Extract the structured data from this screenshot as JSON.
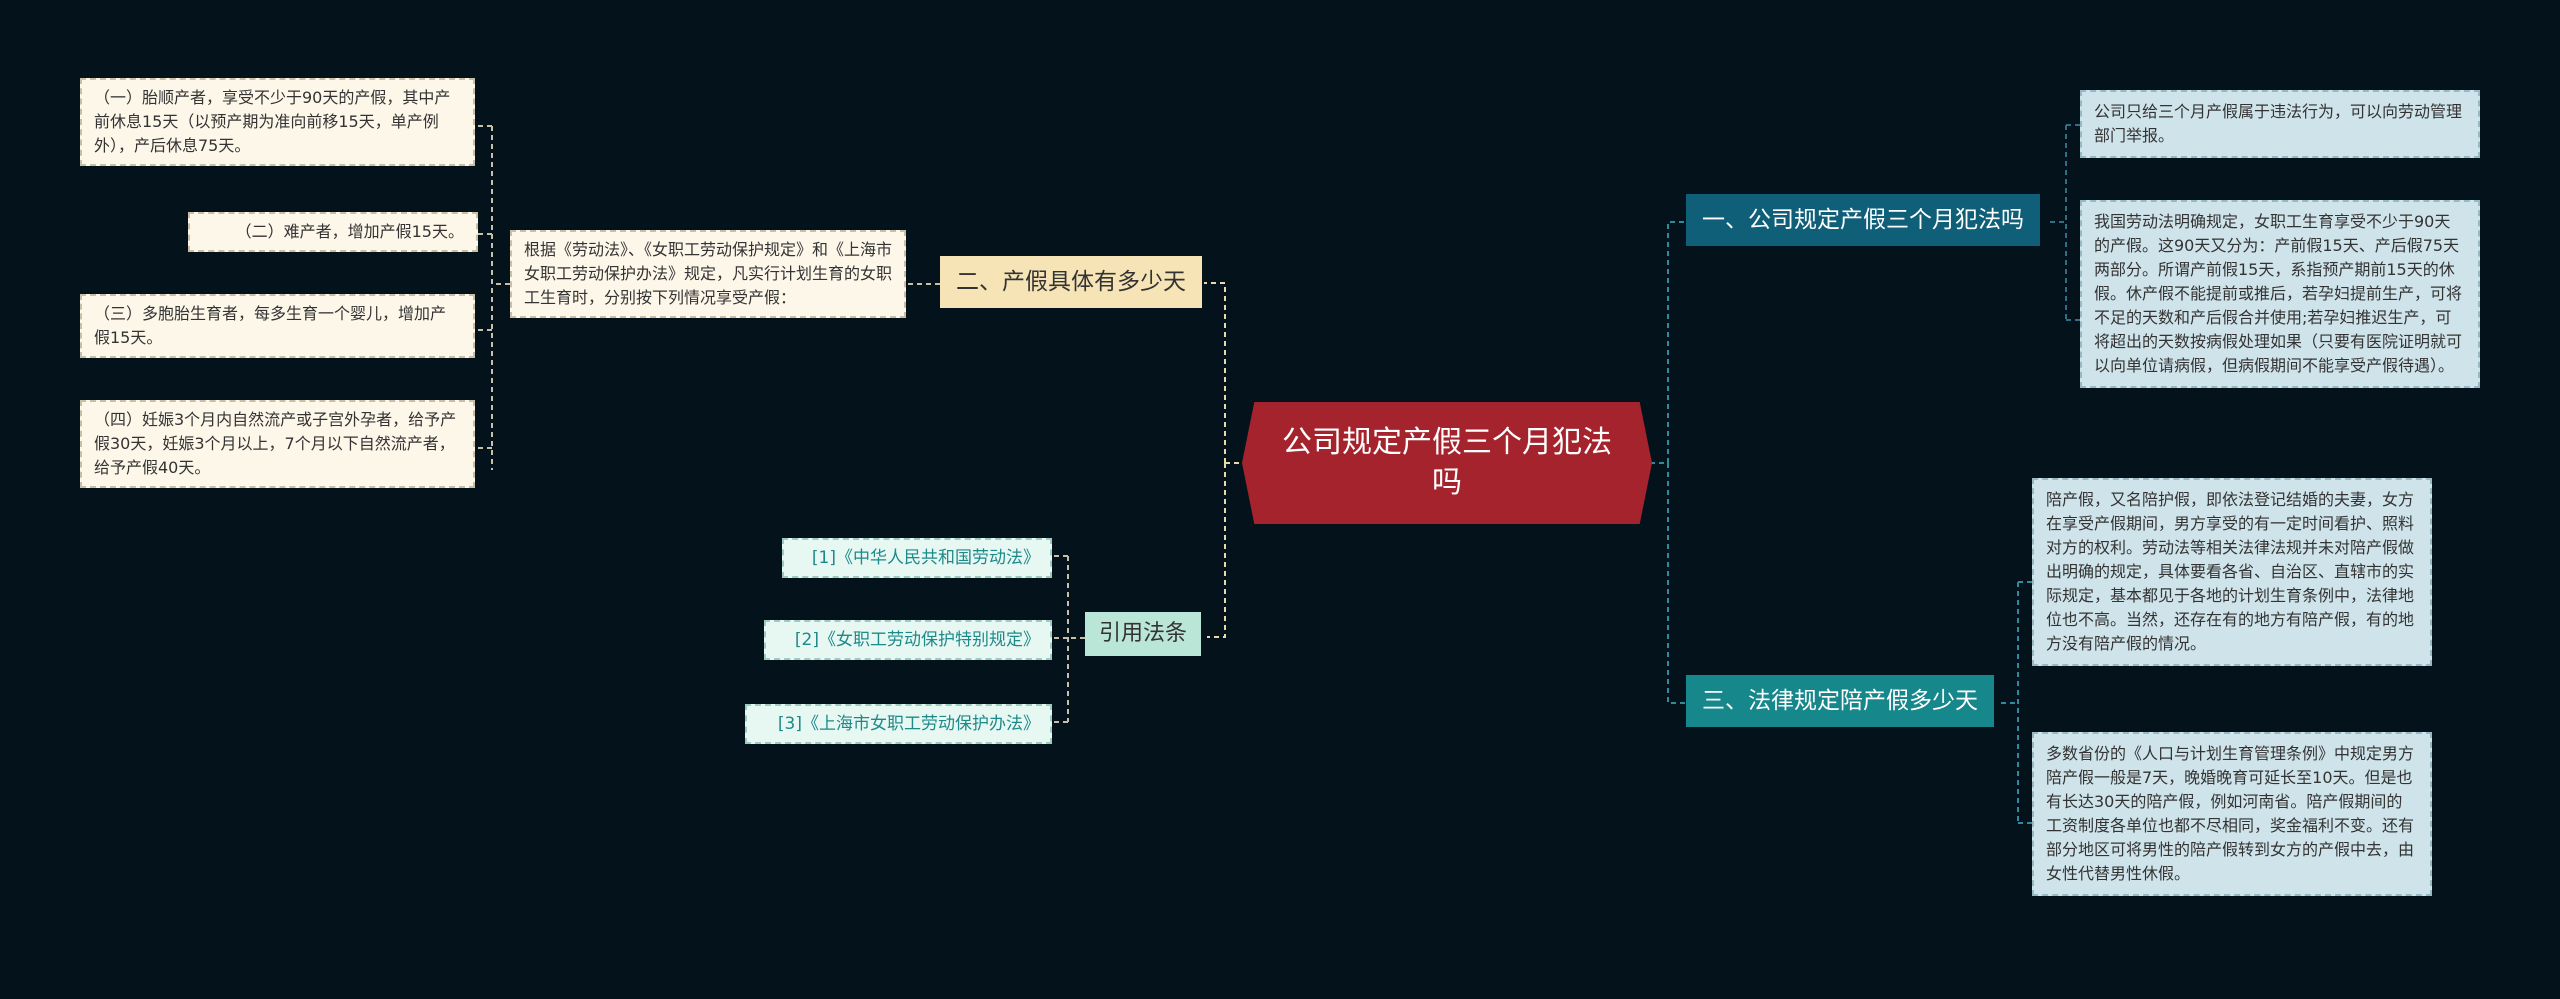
{
  "center": {
    "title": "公司规定产假三个月犯法吗"
  },
  "branches": {
    "b1": {
      "label": "一、公司规定产假三个月犯法吗",
      "leaves": [
        "公司只给三个月产假属于违法行为，可以向劳动管理部门举报。",
        "我国劳动法明确规定，女职工生育享受不少于90天的产假。这90天又分为：产前假15天、产后假75天两部分。所谓产前假15天，系指预产期前15天的休假。休产假不能提前或推后，若孕妇提前生产，可将不足的天数和产后假合并使用;若孕妇推迟生产，可将超出的天数按病假处理如果（只要有医院证明就可以向单位请病假，但病假期间不能享受产假待遇）。"
      ]
    },
    "b2": {
      "label": "二、产假具体有多少天",
      "mid": "根据《劳动法》、《女职工劳动保护规定》和《上海市女职工劳动保护办法》规定，凡实行计划生育的女职工生育时，分别按下列情况享受产假：",
      "leaves": [
        "（一）胎顺产者，享受不少于90天的产假，其中产前休息15天（以预产期为准向前移15天，单产例外），产后休息75天。",
        "（二）难产者，增加产假15天。",
        "（三）多胞胎生育者，每多生育一个婴儿，增加产假15天。",
        "（四）妊娠3个月内自然流产或子宫外孕者，给予产假30天，妊娠3个月以上，7个月以下自然流产者，给予产假40天。"
      ]
    },
    "b3": {
      "label": "三、法律规定陪产假多少天",
      "leaves": [
        "陪产假，又名陪护假，即依法登记结婚的夫妻，女方在享受产假期间，男方享受的有一定时间看护、照料对方的权利。劳动法等相关法律法规并未对陪产假做出明确的规定，具体要看各省、自治区、直辖市的实际规定，基本都见于各地的计划生育条例中，法律地位也不高。当然，还存在有的地方有陪产假，有的地方没有陪产假的情况。",
        "多数省份的《人口与计划生育管理条例》中规定男方陪产假一般是7天，晚婚晚育可延长至10天。但是也有长达30天的陪产假，例如河南省。陪产假期间的工资制度各单位也都不尽相同，奖金福利不变。还有部分地区可将男性的陪产假转到女方的产假中去，由女性代替男性休假。"
      ]
    },
    "refs": {
      "label": "引用法条",
      "leaves": [
        "[1]《中华人民共和国劳动法》",
        "[2]《女职工劳动保护特别规定》",
        "[3]《上海市女职工劳动保护办法》"
      ]
    }
  },
  "colors": {
    "background": "#04121c",
    "center": "#a4232d",
    "branch_blue": "#0f5f78",
    "branch_teal": "#16878a",
    "branch_cream": "#f6e4b6",
    "branch_mint": "#b9e6d6"
  }
}
